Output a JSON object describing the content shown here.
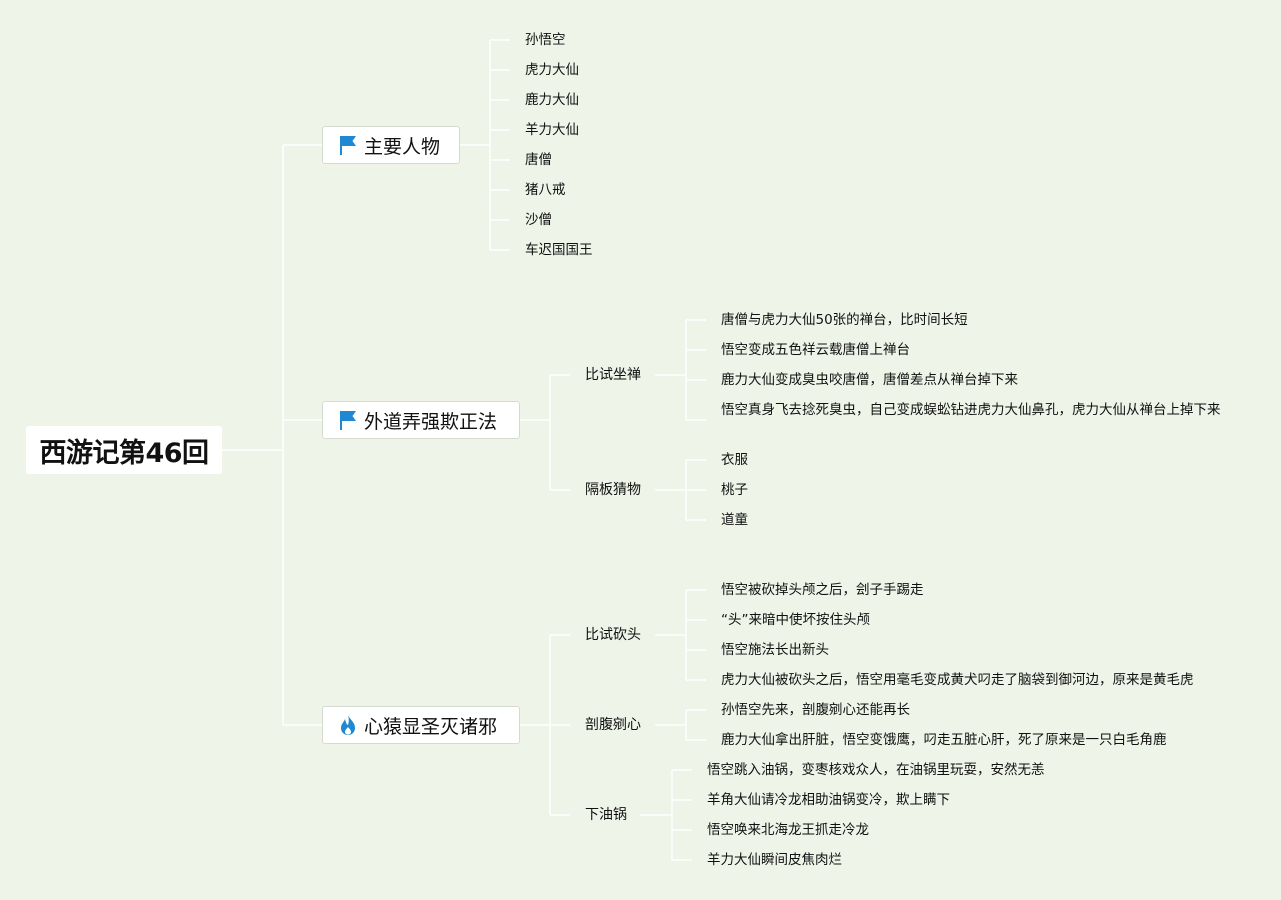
{
  "root": {
    "title": "西游记第46回"
  },
  "branches": [
    {
      "label": "主要人物",
      "icon": "flag-icon",
      "icon_color": "#1e88d2",
      "leaves": [
        "孙悟空",
        "虎力大仙",
        "鹿力大仙",
        "羊力大仙",
        "唐僧",
        "猪八戒",
        "沙僧",
        "车迟国国王"
      ]
    },
    {
      "label": "外道弄强欺正法",
      "icon": "flag-icon",
      "icon_color": "#1e88d2",
      "subs": [
        {
          "label": "比试坐禅",
          "leaves": [
            "唐僧与虎力大仙50张的禅台，比时间长短",
            "悟空变成五色祥云载唐僧上禅台",
            "鹿力大仙变成臭虫咬唐僧，唐僧差点从禅台掉下来",
            "悟空真身飞去捻死臭虫，自己变成蜈蚣钻进虎力大仙鼻孔，虎力大仙从禅台上掉下来"
          ]
        },
        {
          "label": "隔板猜物",
          "leaves": [
            "衣服",
            "桃子",
            "道童"
          ]
        }
      ]
    },
    {
      "label": "心猿显圣灭诸邪",
      "icon": "fire-icon",
      "icon_color": "#1e88d2",
      "subs": [
        {
          "label": "比试砍头",
          "leaves": [
            "悟空被砍掉头颅之后，刽子手踢走",
            "“头”来暗中使坏按住头颅",
            "悟空施法长出新头",
            "虎力大仙被砍头之后，悟空用毫毛变成黄犬叼走了脑袋到御河边，原来是黄毛虎"
          ]
        },
        {
          "label": "剖腹剜心",
          "leaves": [
            "孙悟空先来，剖腹剜心还能再长",
            "鹿力大仙拿出肝脏，悟空变饿鹰，叼走五脏心肝，死了原来是一只白毛角鹿"
          ]
        },
        {
          "label": "下油锅",
          "leaves": [
            "悟空跳入油锅，变枣核戏众人，在油锅里玩耍，安然无恙",
            "羊角大仙请冷龙相助油锅变冷，欺上瞒下",
            "悟空唤来北海龙王抓走冷龙",
            "羊力大仙瞬间皮焦肉烂"
          ]
        }
      ]
    }
  ]
}
